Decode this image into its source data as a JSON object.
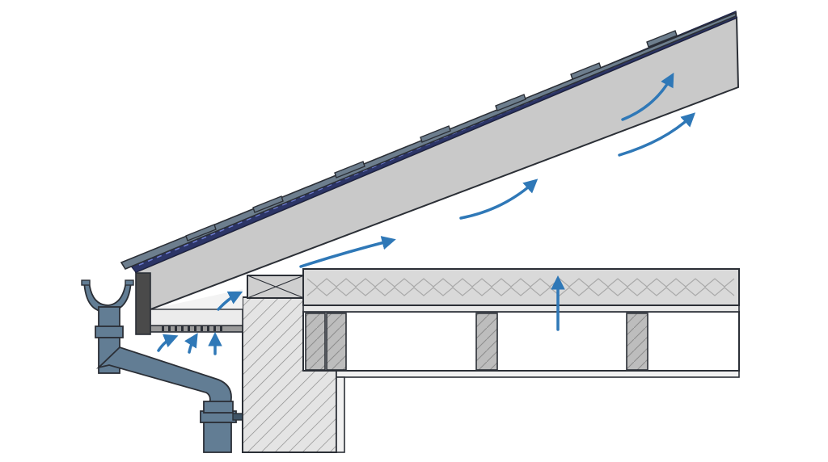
{
  "diagram": {
    "subject": "roof-eave-ventilation-cross-section",
    "colors": {
      "background": "#ffffff",
      "outline": "#2b2f36",
      "rafter": "#c9c9c9",
      "shingle": "#6d7e8e",
      "underlay": "#2c3566",
      "pipe": "#627d94",
      "pipe_dark": "#3f5466",
      "insulation": "#d9d9d9",
      "joist": "#bdbdbd",
      "wall": "#e4e4e4",
      "soffit": "#9a9a9a",
      "fascia": "#4a4a4a",
      "arrow": "#2f78b7"
    },
    "parts": [
      {
        "id": "roof-shingles",
        "icon": "shingle-row"
      },
      {
        "id": "roof-underlay",
        "icon": "dashed-membrane"
      },
      {
        "id": "rafter",
        "icon": "beam"
      },
      {
        "id": "gutter",
        "icon": "half-round-gutter"
      },
      {
        "id": "downpipe",
        "icon": "pipe-elbow"
      },
      {
        "id": "fascia-board",
        "icon": "board"
      },
      {
        "id": "soffit-vent",
        "icon": "vent-slots"
      },
      {
        "id": "wall-plate",
        "icon": "timber-block"
      },
      {
        "id": "masonry-wall",
        "icon": "hatched-wall"
      },
      {
        "id": "loft-insulation",
        "icon": "insulation-zigzag"
      },
      {
        "id": "ceiling-joists",
        "icon": "joist-blocks"
      },
      {
        "id": "ceiling-board",
        "icon": "board"
      },
      {
        "id": "airflow-arrows",
        "icon": "curved-arrow"
      }
    ]
  }
}
